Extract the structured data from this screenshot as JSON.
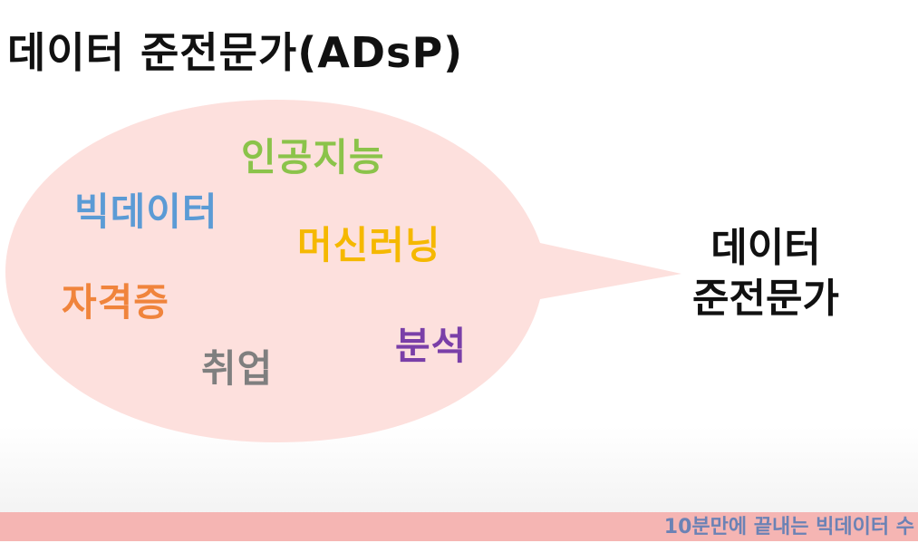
{
  "slide": {
    "title": "데이터 준전문가(ADsP)"
  },
  "bubble": {
    "fill": "#fde0dd",
    "words": [
      {
        "key": "ai",
        "text": "인공지능",
        "color": "#8bc34a"
      },
      {
        "key": "bigdata",
        "text": "빅데이터",
        "color": "#5b9bd5"
      },
      {
        "key": "ml",
        "text": "머신러닝",
        "color": "#f5b800"
      },
      {
        "key": "cert",
        "text": "자격증",
        "color": "#f0843c"
      },
      {
        "key": "analysis",
        "text": "분석",
        "color": "#7a3fa8"
      },
      {
        "key": "job",
        "text": "취업",
        "color": "#7f7f7f"
      }
    ]
  },
  "side_label": {
    "line1": "데이터",
    "line2": "준전문가"
  },
  "footer": {
    "text": "10분만에 끝내는 빅데이터 수",
    "bar_color": "#f5b5b3",
    "text_color": "#6b82b5"
  }
}
